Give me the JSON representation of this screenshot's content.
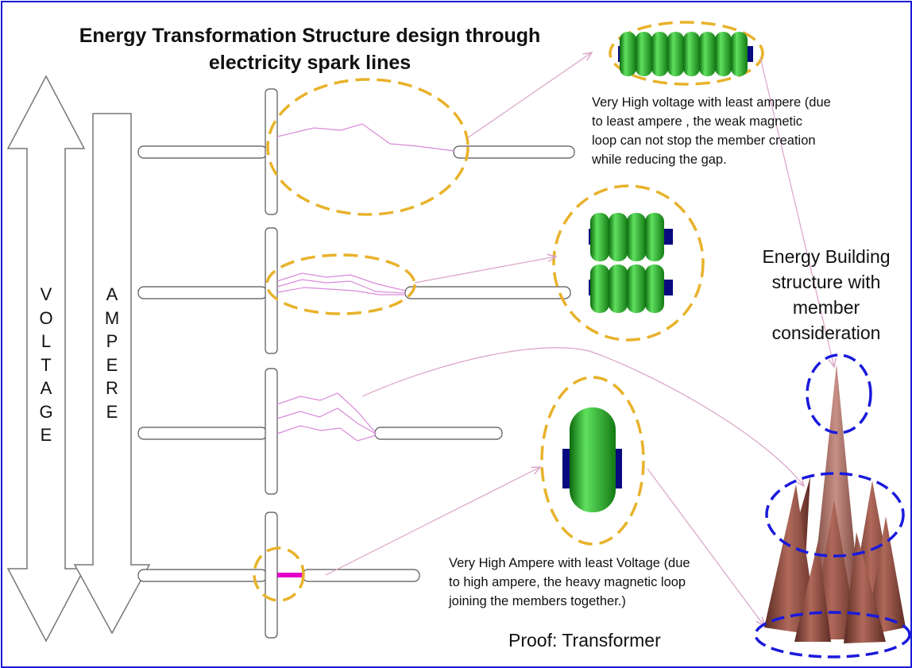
{
  "title": {
    "line1": "Energy Transformation Structure  design through",
    "line2": "electricity spark lines"
  },
  "arrows": {
    "voltage_letters": "V\nO\nL\nT\nA\nG\nE",
    "ampere_letters": "A\nM\nP\nE\nR\nE"
  },
  "notes": {
    "high_voltage": "Very High voltage with least ampere (due\nto least  ampere , the weak magnetic\nloop can not stop the member creation\nwhile reducing the gap.",
    "high_ampere": "Very High Ampere with least Voltage (due\nto high ampere, the heavy magnetic loop\njoining the members together.)",
    "proof": "Proof: Transformer"
  },
  "side_title": "Energy Building\nstructure with\nmember\nconsideration",
  "colors": {
    "frame": "#1a1ad6",
    "dashed_gold": "#e8b22a",
    "dashed_blue": "#1a1adc",
    "spark": "#d98ad9",
    "connector": "#d9a3c8",
    "member_green": "#1f9e1f",
    "core_blue": "#0a0a80",
    "cone_brown": "#8a4a3c",
    "contact_magenta": "#e000c8"
  },
  "icons": [
    "double-arrow-up-down-icon",
    "arrow-down-icon",
    "magnetic-member-icon",
    "cone-structure-icon"
  ]
}
